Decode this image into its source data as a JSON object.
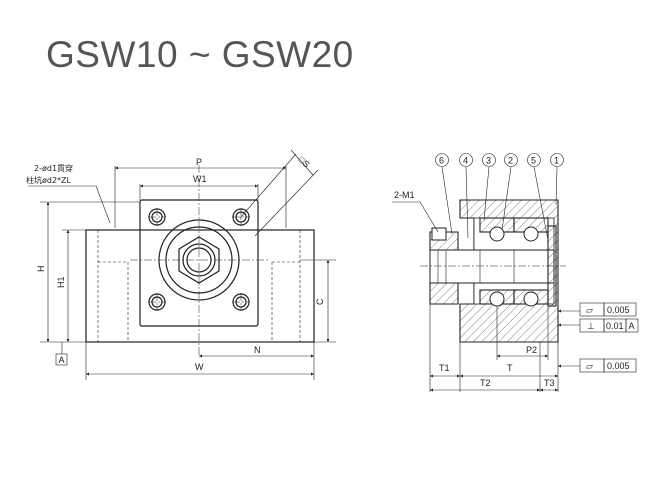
{
  "title": "GSW10 ~ GSW20",
  "front_view": {
    "hole_note_line1": "2-ød1貫穿",
    "hole_note_line2": "柱坑ød2*ZL",
    "dims": {
      "P": "P",
      "W1": "W1",
      "S": "□S",
      "H": "H",
      "H1": "H1",
      "C": "C",
      "N": "N",
      "W": "W",
      "datum": "A"
    }
  },
  "section_view": {
    "callouts": [
      "6",
      "4",
      "3",
      "2",
      "5",
      "1"
    ],
    "thread_note": "2-M1",
    "dims": {
      "T1": "T1",
      "T": "T",
      "T2": "T2",
      "T3": "T3",
      "P2": "P2"
    },
    "tolerances": [
      {
        "symbol": "▱",
        "value": "0.005"
      },
      {
        "symbol": "⊥",
        "value": "0.01",
        "datum": "A"
      },
      {
        "symbol": "▱",
        "value": "0.005"
      }
    ]
  }
}
